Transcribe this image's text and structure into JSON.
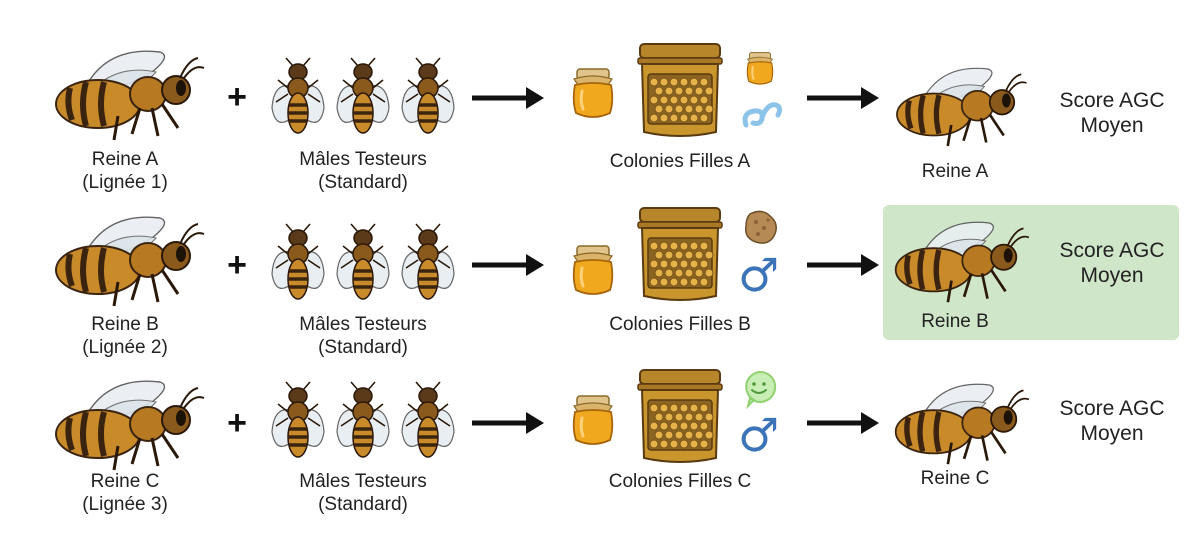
{
  "colors": {
    "highlight": "#cfe6c9",
    "bee_body": "#c98a2a",
    "bee_stripe": "#3a2410",
    "honey": "#f0a81e",
    "hive": "#c9962e",
    "male_symbol": "#3b74b8",
    "smile_icon": "#8fd16f",
    "swirl_icon": "#8cc3e8"
  },
  "rows": [
    {
      "queen_label": "Reine A",
      "queen_lineage": "(Lignée 1)",
      "drones_label": "Mâles Testeurs",
      "drones_sub": "(Standard)",
      "colonies_label": "Colonies Filles A",
      "icons": [
        "honey-jar-icon",
        "water-swirl-icon"
      ],
      "result_label": "Reine A",
      "score_line1": "Score AGC",
      "score_line2": "Moyen",
      "highlighted": false
    },
    {
      "queen_label": "Reine B",
      "queen_lineage": "(Lignée 2)",
      "drones_label": "Mâles Testeurs",
      "drones_sub": "(Standard)",
      "colonies_label": "Colonies Filles B",
      "icons": [
        "propolis-icon",
        "male-symbol-icon"
      ],
      "result_label": "Reine B",
      "score_line1": "Score AGC",
      "score_line2": "Moyen",
      "highlighted": true
    },
    {
      "queen_label": "Reine C",
      "queen_lineage": "(Lignée 3)",
      "drones_label": "Mâles Testeurs",
      "drones_sub": "(Standard)",
      "colonies_label": "Colonies Filles C",
      "icons": [
        "smiley-icon",
        "male-symbol-icon"
      ],
      "result_label": "Reine C",
      "score_line1": "Score AGC",
      "score_line2": "Moyen",
      "highlighted": false
    }
  ],
  "symbols": {
    "plus": "+",
    "male": "♂"
  }
}
